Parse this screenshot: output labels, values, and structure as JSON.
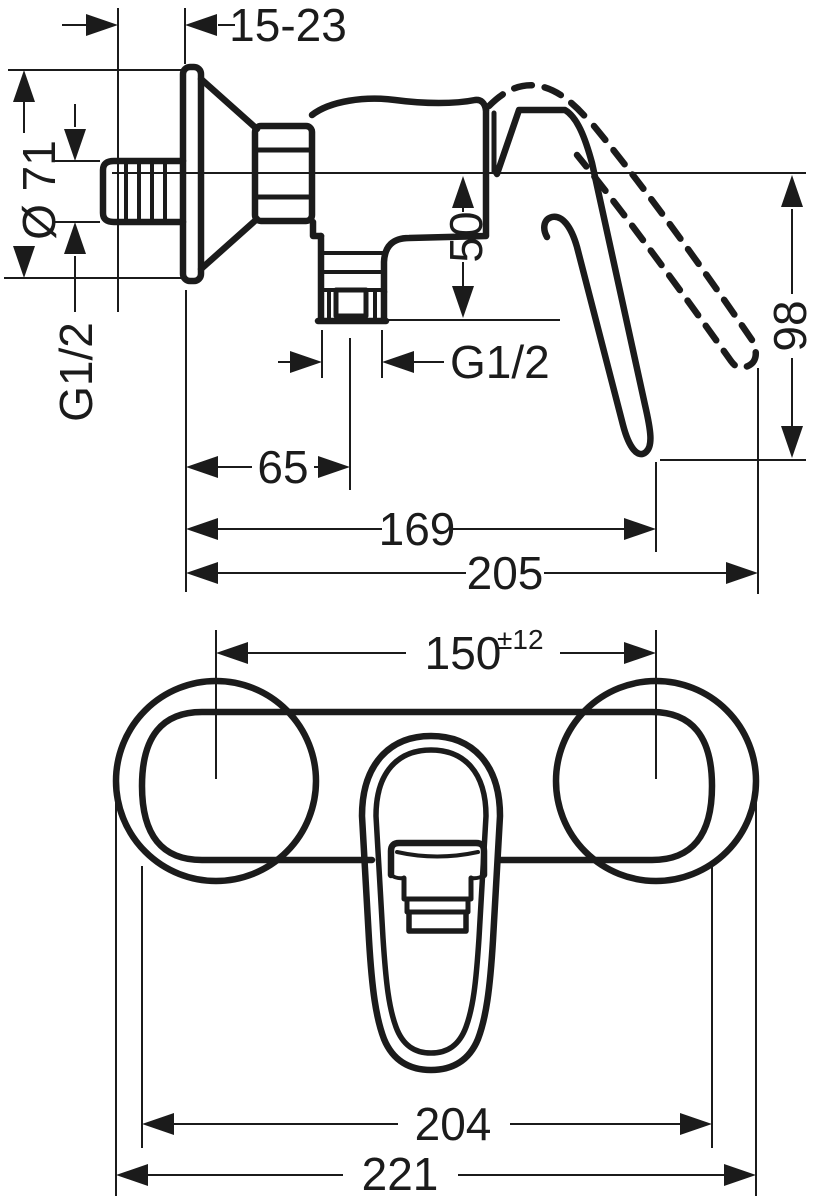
{
  "page": {
    "background": "#ffffff",
    "line_color": "#1b1b1b"
  },
  "drawing": {
    "side_view": {
      "wall_clearance": "15-23",
      "escutcheon_diameter": "Ø 71",
      "inlet_thread": "G1/2",
      "outlet_drop": "50",
      "outlet_thread": "G1/2",
      "outlet_offset": "65",
      "depth_to_handle": "169",
      "depth_handle_open": "205",
      "handle_drop": "98"
    },
    "front_view": {
      "connection_centres": "150",
      "connection_tolerance": "±12",
      "body_width": "204",
      "overall_width": "221"
    }
  }
}
